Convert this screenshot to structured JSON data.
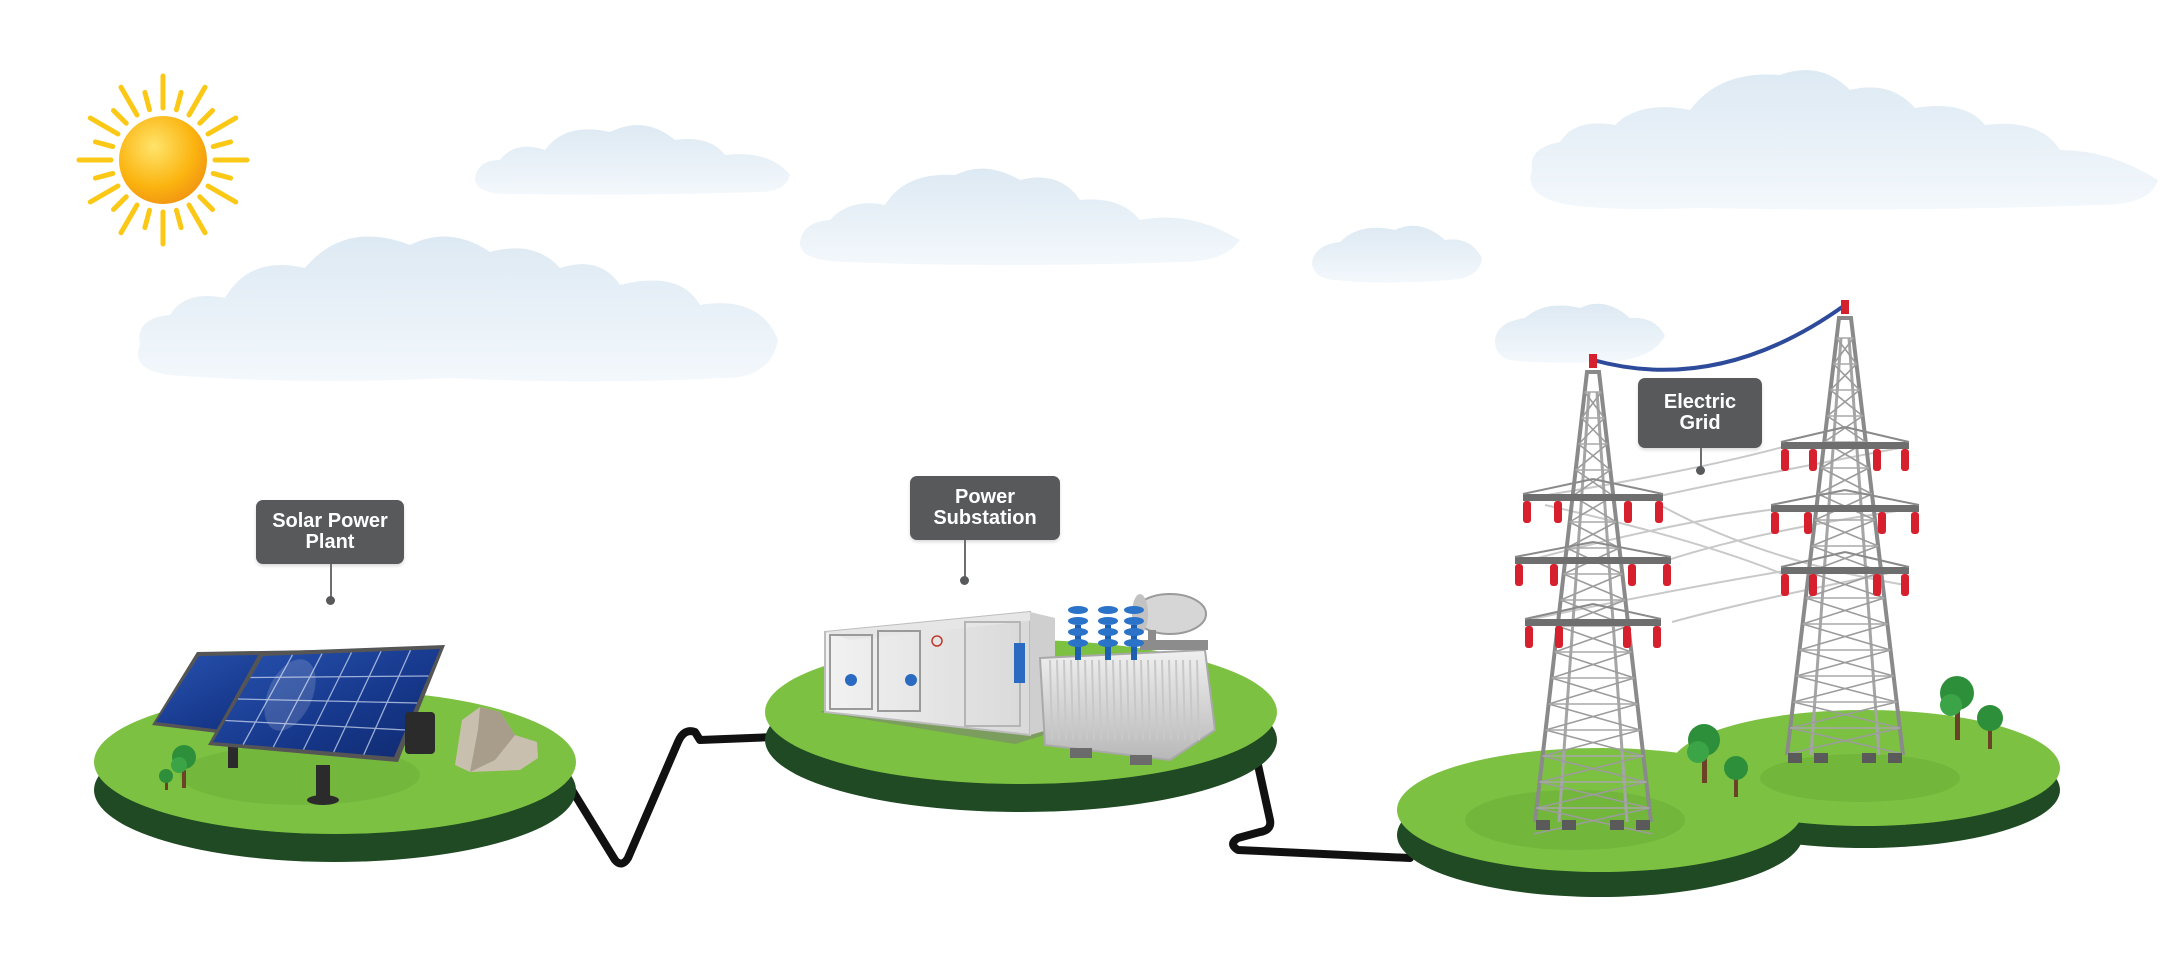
{
  "labels": {
    "solar": [
      "Solar Power",
      "Plant"
    ],
    "substation": [
      "Power",
      "Substation"
    ],
    "grid": [
      "Electric",
      "Grid"
    ]
  },
  "colors": {
    "sky_cloud": "#e8f1f8",
    "grass_top": "#7dc142",
    "grass_side": "#1f4a23",
    "cable": "#111111",
    "label_bg": "#58595b",
    "sun": "#fbb40f",
    "panel": "#1b3f8f",
    "insulator": "#d7202e",
    "overhead_wire": "#2e4b9b"
  },
  "icons": [
    "sun-icon",
    "cloud-icon",
    "solar-panel-icon",
    "rock-icon",
    "tree-icon",
    "container-icon",
    "transformer-icon",
    "transmission-tower-icon"
  ]
}
